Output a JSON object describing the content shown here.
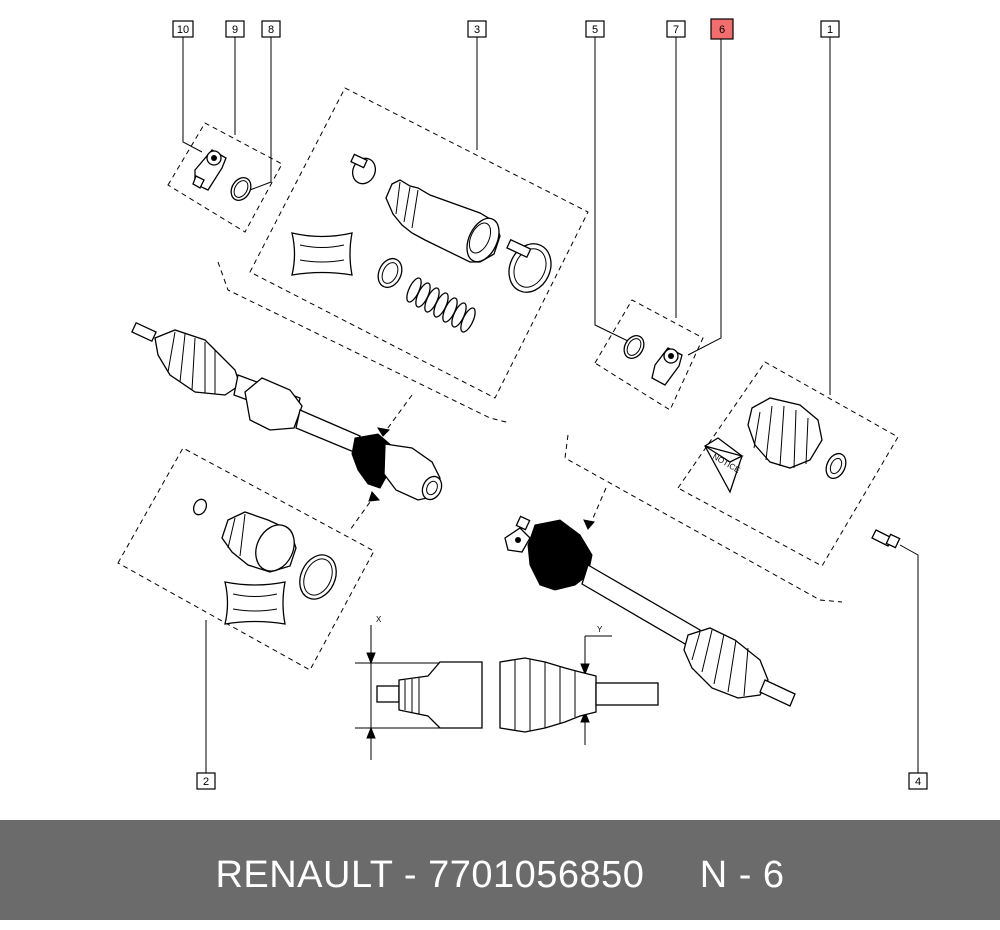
{
  "callouts": {
    "c1": "1",
    "c2": "2",
    "c3": "3",
    "c4": "4",
    "c5": "5",
    "c6": "6",
    "c7": "7",
    "c8": "8",
    "c9": "9",
    "c10": "10"
  },
  "highlight_color": "#f26d6d",
  "dimension_labels": {
    "x": "X",
    "y": "Y"
  },
  "manual_label": "NOTICE",
  "footer": {
    "brand": "RENAULT",
    "separator": "-",
    "part_number": "7701056850",
    "position": "N - 6",
    "text": "RENAULT - 7701056850     N - 6"
  }
}
